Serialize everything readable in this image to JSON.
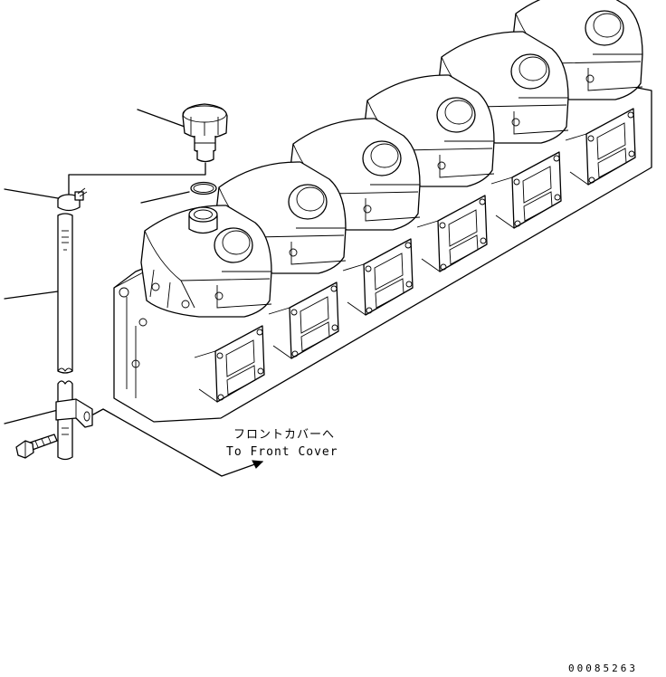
{
  "diagram": {
    "annotation_jp": "フロントカバーへ",
    "annotation_en": "To Front Cover",
    "document_number": "00085263",
    "cylinder_count": 6,
    "line_color": "#000000",
    "background_color": "#ffffff"
  },
  "parts": [
    {
      "name": "breather-cap"
    },
    {
      "name": "hose-clamp"
    },
    {
      "name": "o-ring"
    },
    {
      "name": "breather-hose"
    },
    {
      "name": "hose-bracket"
    },
    {
      "name": "mounting-bolt"
    }
  ]
}
